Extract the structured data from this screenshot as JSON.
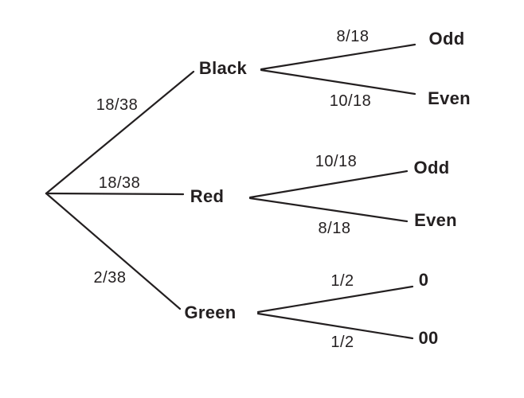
{
  "diagram": {
    "type": "probability-tree",
    "colors": {
      "line": "#231f20",
      "text": "#231f20",
      "background": "#ffffff"
    },
    "root": {
      "branches": [
        {
          "probability": "18/38",
          "label": "Black",
          "children": [
            {
              "probability": "8/18",
              "label": "Odd"
            },
            {
              "probability": "10/18",
              "label": "Even"
            }
          ]
        },
        {
          "probability": "18/38",
          "label": "Red",
          "children": [
            {
              "probability": "10/18",
              "label": "Odd"
            },
            {
              "probability": "8/18",
              "label": "Even"
            }
          ]
        },
        {
          "probability": "2/38",
          "label": "Green",
          "children": [
            {
              "probability": "1/2",
              "label": "0"
            },
            {
              "probability": "1/2",
              "label": "00"
            }
          ]
        }
      ]
    }
  }
}
